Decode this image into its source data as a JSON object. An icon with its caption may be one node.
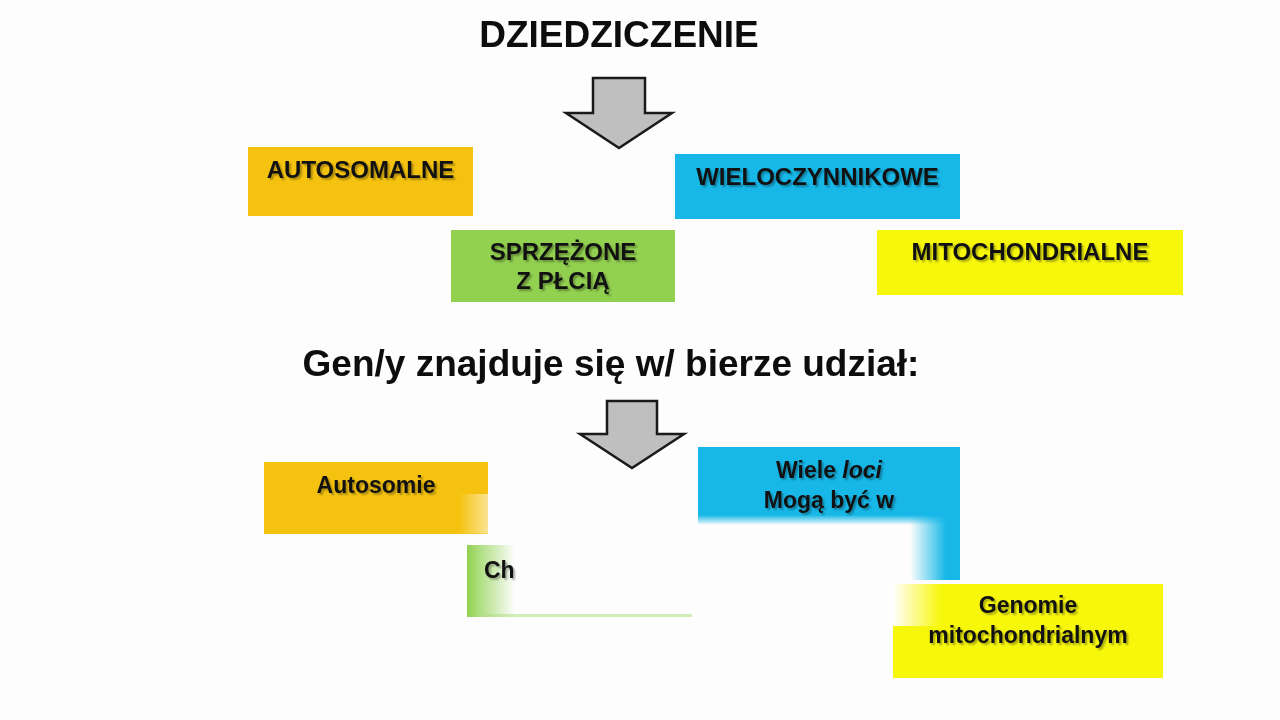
{
  "diagram": {
    "nodes": [
      {
        "text": [
          "DZIEDZICZENIE"
        ]
      },
      {
        "text": [
          "AUTOSOMALNE"
        ]
      },
      {
        "text": [
          "WIELOCZYNNIKOWE"
        ]
      },
      {
        "text": [
          "SPRZĘŻONE Z PŁCIĄ"
        ]
      },
      {
        "text": [
          "MITOCHONDRIALNE"
        ]
      },
      {
        "text": [
          "Gen/y znajduje się w/ bierze udział:"
        ]
      },
      {
        "text": [
          "Autosomie"
        ]
      },
      {
        "text": [
          "Wiele *loci*",
          "Mogą być w"
        ]
      },
      {
        "text": [
          "Ch"
        ]
      },
      {
        "text": [
          "Genomie mitochondrialnym"
        ]
      }
    ],
    "edges": [
      {
        "from": 0,
        "to": null,
        "arrow": "to",
        "style": "thick"
      },
      {
        "from": 5,
        "to": null,
        "arrow": "to",
        "style": "thick"
      }
    ]
  }
}
